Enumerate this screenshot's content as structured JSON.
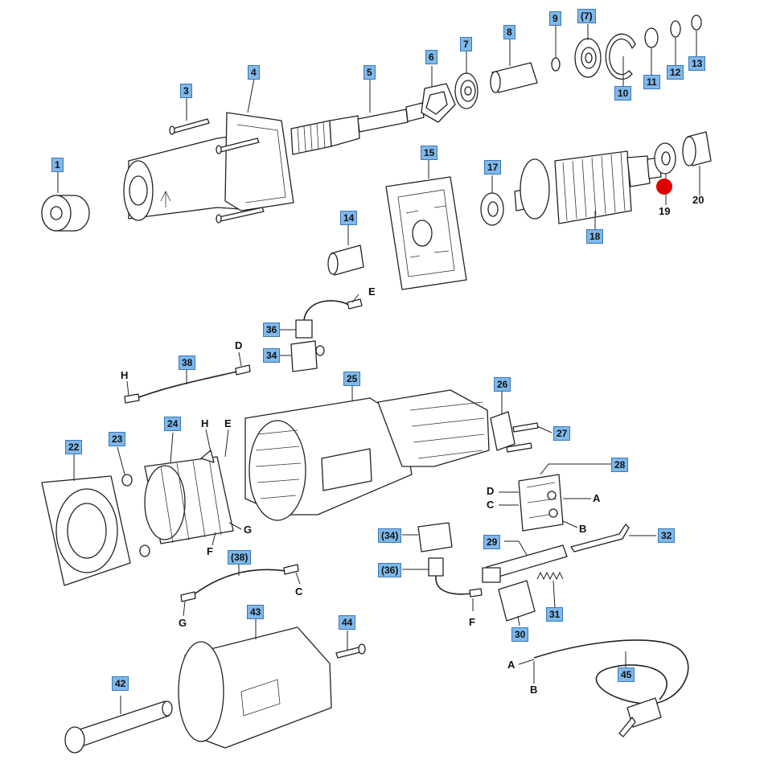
{
  "diagram": {
    "highlight_color": "#e00000",
    "label_color": "#7fb8ea",
    "parts": [
      {
        "id": "p1",
        "label": "1"
      },
      {
        "id": "p3",
        "label": "3"
      },
      {
        "id": "p4",
        "label": "4"
      },
      {
        "id": "p5",
        "label": "5"
      },
      {
        "id": "p6",
        "label": "6"
      },
      {
        "id": "p7",
        "label": "7"
      },
      {
        "id": "p8",
        "label": "8"
      },
      {
        "id": "p9",
        "label": "9"
      },
      {
        "id": "p7b",
        "label": "(7)"
      },
      {
        "id": "p10",
        "label": "10"
      },
      {
        "id": "p11",
        "label": "11"
      },
      {
        "id": "p12",
        "label": "12"
      },
      {
        "id": "p13",
        "label": "13"
      },
      {
        "id": "p14",
        "label": "14"
      },
      {
        "id": "p15",
        "label": "15"
      },
      {
        "id": "p17",
        "label": "17"
      },
      {
        "id": "p18",
        "label": "18"
      },
      {
        "id": "p19",
        "label": "19"
      },
      {
        "id": "p20",
        "label": "20"
      },
      {
        "id": "p22",
        "label": "22"
      },
      {
        "id": "p23",
        "label": "23"
      },
      {
        "id": "p24",
        "label": "24"
      },
      {
        "id": "p25",
        "label": "25"
      },
      {
        "id": "p26",
        "label": "26"
      },
      {
        "id": "p27",
        "label": "27"
      },
      {
        "id": "p28",
        "label": "28"
      },
      {
        "id": "p29",
        "label": "29"
      },
      {
        "id": "p30",
        "label": "30"
      },
      {
        "id": "p31",
        "label": "31"
      },
      {
        "id": "p32",
        "label": "32"
      },
      {
        "id": "p34",
        "label": "34"
      },
      {
        "id": "p34b",
        "label": "(34)"
      },
      {
        "id": "p36",
        "label": "36"
      },
      {
        "id": "p36b",
        "label": "(36)"
      },
      {
        "id": "p38",
        "label": "38"
      },
      {
        "id": "p38b",
        "label": "(38)"
      },
      {
        "id": "p42",
        "label": "42"
      },
      {
        "id": "p43",
        "label": "43"
      },
      {
        "id": "p44",
        "label": "44"
      },
      {
        "id": "p45",
        "label": "45"
      }
    ],
    "wire_letters": {
      "e1": "E",
      "d1": "D",
      "h1": "H",
      "h2": "H",
      "e2": "E",
      "g1": "G",
      "f1": "F",
      "c1": "C",
      "g2": "G",
      "f2": "F",
      "d2": "D",
      "c2": "C",
      "a1": "A",
      "b1": "B",
      "a2": "A",
      "b2": "B"
    }
  }
}
